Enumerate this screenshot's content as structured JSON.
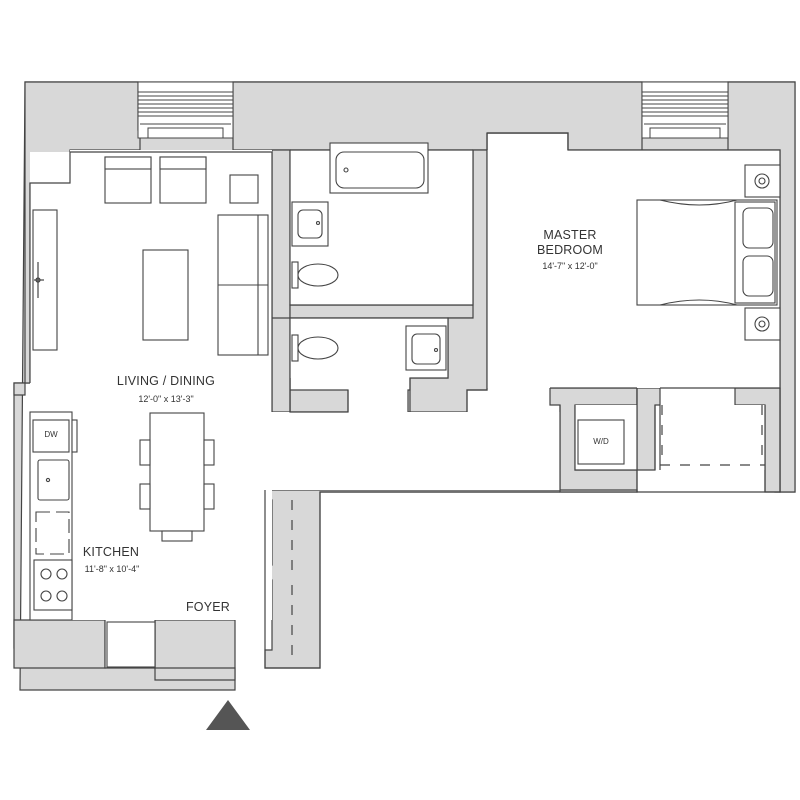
{
  "plan": {
    "colors": {
      "wall": "#d8d8d8",
      "line": "#444444",
      "text": "#333333",
      "entry_marker": "#555555"
    },
    "rooms": {
      "living_dining": {
        "name": "LIVING / DINING",
        "dimensions": "12'-0\" x 13'-3\""
      },
      "kitchen": {
        "name": "KITCHEN",
        "dimensions": "11'-8\" x 10'-4\""
      },
      "master_bedroom": {
        "name_line1": "MASTER",
        "name_line2": "BEDROOM",
        "dimensions": "14'-7\" x 12'-0\""
      },
      "foyer": {
        "name": "FOYER"
      }
    },
    "appliances": {
      "dishwasher": "DW",
      "washer_dryer": "W/D"
    },
    "icons": [
      "entry-arrow-icon",
      "range-burner-icon",
      "lamp-icon",
      "toilet-icon",
      "sink-icon",
      "bathtub-icon"
    ]
  }
}
